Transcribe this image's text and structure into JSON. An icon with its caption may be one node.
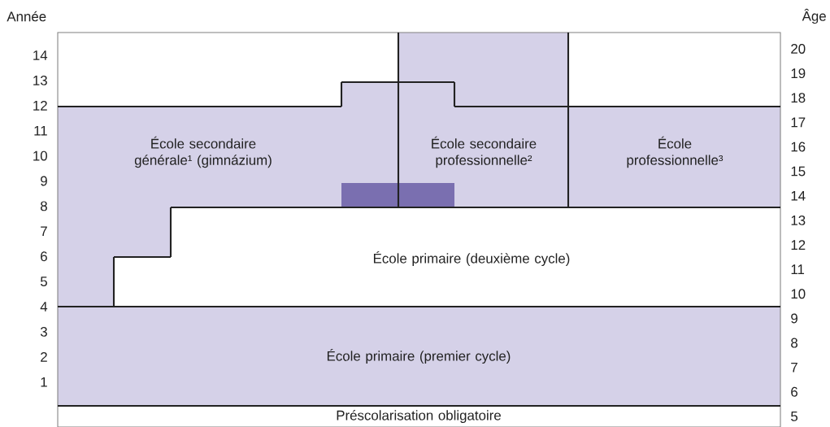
{
  "diagram": {
    "nodes": [
      {
        "text": [
          "École secondaire générale¹ (gimnázium)"
        ]
      },
      {
        "text": [
          "École secondaire professionnelle²"
        ]
      },
      {
        "text": [
          "École professionnelle³"
        ]
      },
      {
        "text": [
          "École primaire (deuxième cycle)"
        ]
      },
      {
        "text": [
          "École primaire (premier cycle)"
        ]
      },
      {
        "text": [
          "Préscolarisation obligatoire"
        ]
      },
      {
        "text": [],
        "shape": "bar"
      }
    ],
    "labels": [
      "Année",
      "Âge",
      "14",
      "13",
      "12",
      "11",
      "10",
      "9",
      "8",
      "7",
      "6",
      "5",
      "4",
      "3",
      "2",
      "1",
      "20",
      "19",
      "18",
      "17",
      "16",
      "15",
      "14",
      "13",
      "12",
      "11",
      "10",
      "9",
      "8",
      "7",
      "6",
      "5"
    ]
  }
}
